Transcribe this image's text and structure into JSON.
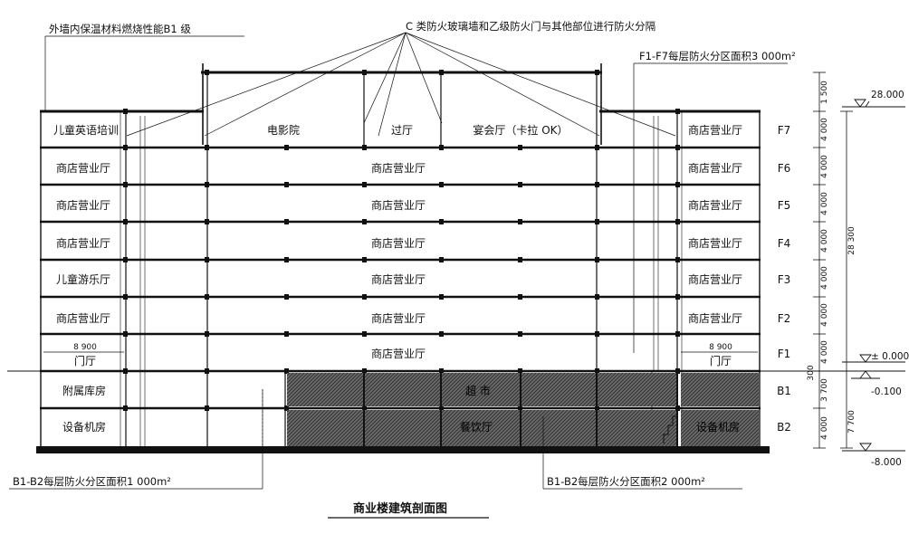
{
  "title": "商业楼建筑剖面图",
  "annotations": {
    "exterior_insulation": "外墙内保温材料燃烧性能B1 级",
    "fire_separation": "C 类防火玻璃墙和乙级防火门与其他部位进行防火分隔",
    "upper_compartment": "F1-F7每层防火分区面积3 000m²",
    "basement_left_compartment": "B1-B2每层防火分区面积1 000m²",
    "basement_right_compartment": "B1-B2每层防火分区面积2 000m²"
  },
  "floors": [
    {
      "name": "F7",
      "left": "儿童英语培训",
      "center_items": [
        "电影院",
        "过厅",
        "宴会厅（卡拉 OK）"
      ],
      "right": "商店营业厅",
      "height": "4 000"
    },
    {
      "name": "F6",
      "left": "商店营业厅",
      "center": "商店营业厅",
      "right": "商店营业厅",
      "height": "4 000"
    },
    {
      "name": "F5",
      "left": "商店营业厅",
      "center": "商店营业厅",
      "right": "商店营业厅",
      "height": "4 000"
    },
    {
      "name": "F4",
      "left": "商店营业厅",
      "center": "商店营业厅",
      "right": "商店营业厅",
      "height": "4 000"
    },
    {
      "name": "F3",
      "left": "儿童游乐厅",
      "center": "商店营业厅",
      "right": "商店营业厅",
      "height": "4 000"
    },
    {
      "name": "F2",
      "left": "商店营业厅",
      "center": "商店营业厅",
      "right": "商店营业厅",
      "height": "4 000"
    },
    {
      "name": "F1",
      "left": "门厅",
      "left_span": "8 900",
      "center": "商店营业厅",
      "right": "门厅",
      "right_span": "8 900",
      "height": "4 000"
    },
    {
      "name": "B1",
      "left": "附属库房",
      "center": "超 市",
      "height": "3 700"
    },
    {
      "name": "B2",
      "left": "设备机房",
      "center": "餐饮厅",
      "right": "设备机房",
      "height": "4 000"
    }
  ],
  "dimensions": {
    "roof_parapet": "1 500",
    "above_ground_total": "28 300",
    "below_ground_total": "7 700",
    "ground_offset": "300"
  },
  "elevations": {
    "roof": "28.000",
    "ground": "± 0.000",
    "outdoor": "-0.100",
    "basement_floor": "-8.000"
  },
  "colors": {
    "line": "#111111",
    "hatch": "#3a3a3a",
    "background": "#ffffff"
  }
}
